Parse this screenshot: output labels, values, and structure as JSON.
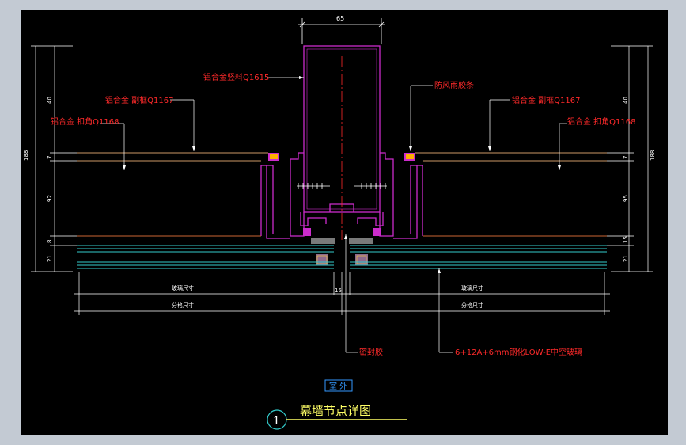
{
  "colors": {
    "background": "#000000",
    "frame": "#c3cad3",
    "profile": "#cc2ccc",
    "label": "#ff2a2a",
    "dim": "#ffffff",
    "glass": "#33cccc",
    "title": "#ffff66",
    "tag": "#3399ff"
  },
  "drawing": {
    "top_dim": "65",
    "labels": {
      "mullion": "铝合金竖料Q1615",
      "seal_strip": "防风雨胶条",
      "frame_left": "铝合金 副框Q1167",
      "frame_right": "铝合金 副框Q1167",
      "pressure_left": "铝合金 扣角Q1168",
      "pressure_right": "铝合金 扣角Q1168",
      "sealant": "密封胶",
      "glass": "6+12A+6mm钢化LOW-E中空玻璃"
    },
    "left_dims": {
      "overall": "188",
      "d1": "40",
      "d2": "7",
      "d3": "92",
      "d4": "8",
      "d5": "21"
    },
    "right_dims": {
      "overall": "188",
      "d1": "40",
      "d2": "7",
      "d3": "95",
      "d4": "15",
      "d5": "21"
    },
    "bottom_dims": {
      "glass_size_left": "玻璃尺寸",
      "glass_size_right": "玻璃尺寸",
      "grid_left": "分格尺寸",
      "grid_right": "分格尺寸",
      "gap": "15"
    },
    "outside_tag": "室 外",
    "detail_number": "1",
    "title": "幕墙节点详图"
  }
}
